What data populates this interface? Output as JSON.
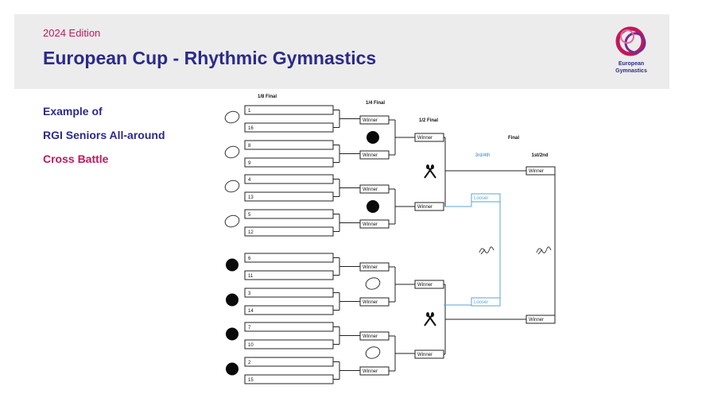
{
  "header": {
    "edition": "2024 Edition",
    "title": "European Cup - Rhythmic Gymnastics",
    "logo_line1": "European",
    "logo_line2": "Gymnastics"
  },
  "side": {
    "line1": "Example of",
    "line2": "RGI Seniors All-around",
    "line3": "Cross Battle"
  },
  "rounds": {
    "r16": "1/8 Final",
    "qf": "1/4 Final",
    "sf": "1/2 Final",
    "final": "Final",
    "third": "3rd/4th",
    "first": "1st/2nd"
  },
  "seeds": [
    "1",
    "16",
    "8",
    "9",
    "4",
    "13",
    "5",
    "12",
    "6",
    "11",
    "3",
    "14",
    "7",
    "10",
    "2",
    "15"
  ],
  "labels": {
    "winner": "Winner",
    "looser": "Looser"
  },
  "colors": {
    "title": "#2b2a8c",
    "accent": "#c2185b",
    "bracket": "#222222",
    "third_place": "#5aa6d6"
  },
  "apparatus": {
    "r16": [
      "hoop",
      "hoop",
      "hoop",
      "hoop",
      "ball",
      "ball",
      "ball",
      "ball"
    ],
    "qf": [
      "ball",
      "ball",
      "hoop",
      "hoop"
    ],
    "sf": [
      "clubs",
      "clubs"
    ],
    "final": [
      "ribbon",
      "ribbon"
    ]
  }
}
